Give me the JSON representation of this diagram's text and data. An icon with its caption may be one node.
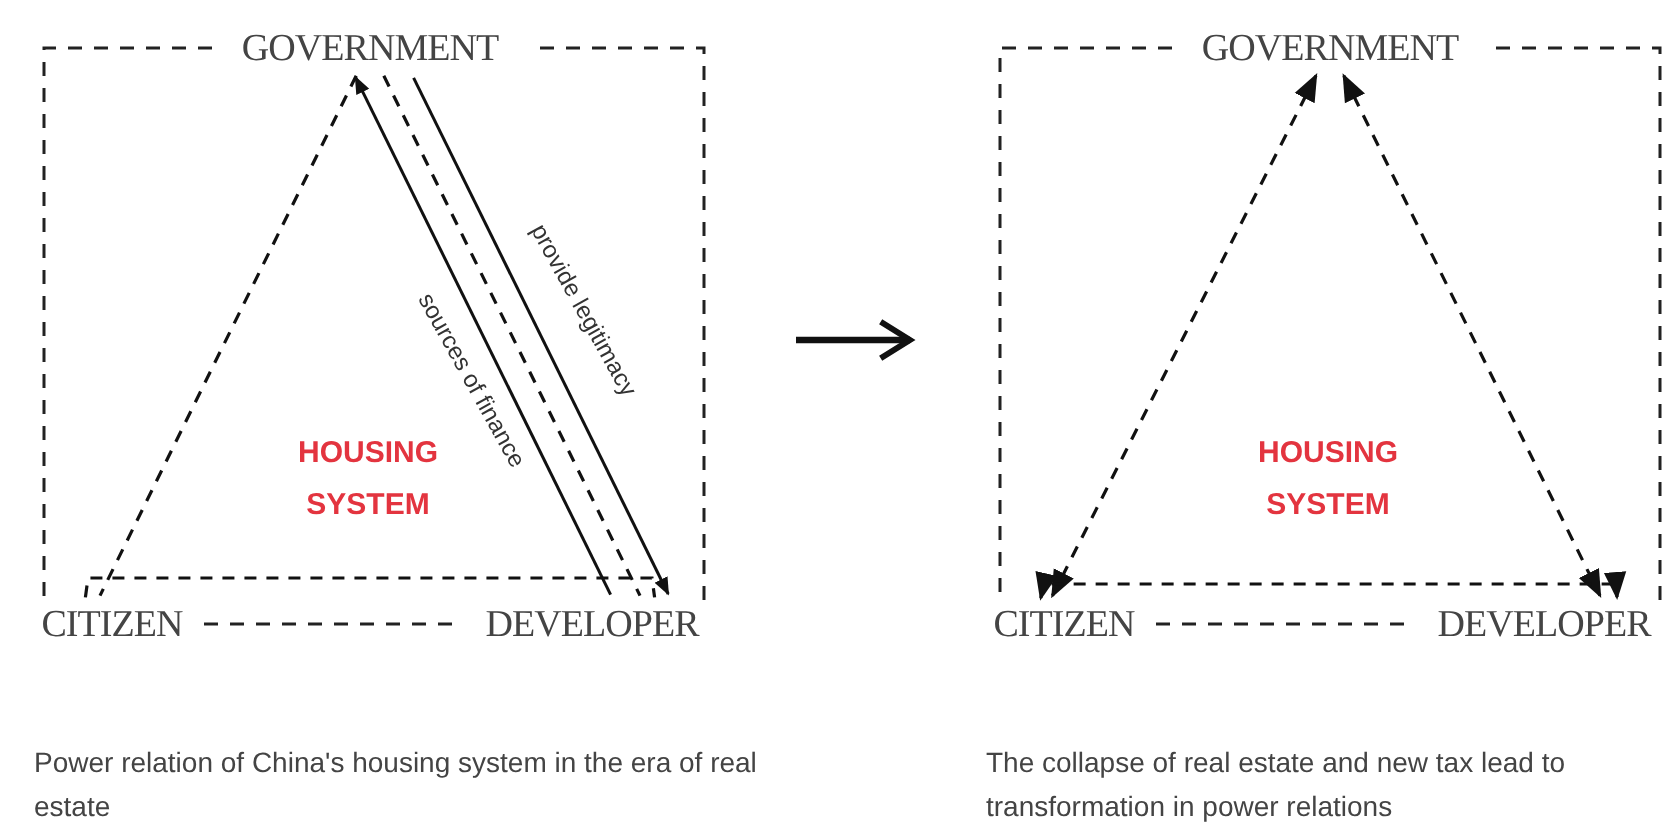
{
  "diagram": {
    "nodes": [
      {
        "text": [
          "GOVERNMENT"
        ]
      },
      {
        "text": [
          "CITIZEN"
        ]
      },
      {
        "text": [
          "DEVELOPER"
        ]
      },
      {
        "text": [
          "GOVERNMENT"
        ]
      },
      {
        "text": [
          "CITIZEN"
        ]
      },
      {
        "text": [
          "DEVELOPER"
        ]
      }
    ],
    "edges": [
      {
        "from": 0,
        "to": 1,
        "arrow": "none",
        "style": "dashed"
      },
      {
        "from": 0,
        "to": 2,
        "arrow": "none",
        "style": "dashed"
      },
      {
        "from": 1,
        "to": 2,
        "arrow": "none",
        "style": "dashed"
      },
      {
        "from": 0,
        "to": 2,
        "arrow": "to",
        "label": "provide legitimacy"
      },
      {
        "from": 2,
        "to": 0,
        "arrow": "to",
        "label": "sources of finance"
      },
      {
        "from": 3,
        "to": 4,
        "arrow": "both",
        "style": "dashed"
      },
      {
        "from": 3,
        "to": 5,
        "arrow": "both",
        "style": "dashed"
      },
      {
        "from": 4,
        "to": 5,
        "arrow": "both",
        "style": "dashed"
      }
    ],
    "labels": [
      "HOUSING SYSTEM",
      "HOUSING SYSTEM",
      "Power relation of China's housing system in the era of real estate",
      "The collapse of real estate and new tax lead to transformation in power relations"
    ]
  }
}
